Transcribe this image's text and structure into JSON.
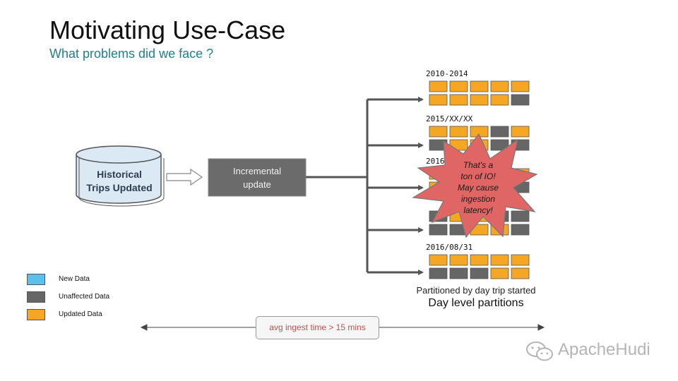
{
  "slide": {
    "title": "Motivating Use-Case",
    "subtitle": "What problems did we face ?"
  },
  "source": {
    "label_line1": "Historical",
    "label_line2": "Trips Updated"
  },
  "process": {
    "label_line1": "Incremental",
    "label_line2": "update"
  },
  "partitions": [
    {
      "label": "2010-2014",
      "rows": [
        [
          "updated",
          "updated",
          "updated",
          "updated",
          "updated"
        ],
        [
          "updated",
          "updated",
          "updated",
          "updated",
          "unaffected"
        ]
      ]
    },
    {
      "label": "2015/XX/XX",
      "rows": [
        [
          "updated",
          "updated",
          "updated",
          "unaffected",
          "updated"
        ],
        [
          "unaffected",
          "updated",
          "updated",
          "unaffected",
          "unaffected"
        ]
      ]
    },
    {
      "label": "2016",
      "rows": [
        [
          "updated",
          "unaffected",
          "updated",
          "unaffected",
          "updated"
        ],
        [
          "updated",
          "unaffected",
          "updated",
          "updated",
          "unaffected"
        ]
      ]
    },
    {
      "label": "",
      "rows": [
        [
          "unaffected",
          "updated",
          "updated",
          "unaffected",
          "unaffected"
        ],
        [
          "unaffected",
          "unaffected",
          "updated",
          "updated",
          "unaffected"
        ]
      ]
    },
    {
      "label": "2016/08/31",
      "rows": [
        [
          "updated",
          "updated",
          "updated",
          "updated",
          "updated"
        ],
        [
          "unaffected",
          "unaffected",
          "unaffected",
          "updated",
          "updated"
        ]
      ]
    }
  ],
  "callout": {
    "line1": "That's a",
    "line2": "ton of IO!",
    "line3": "May cause",
    "line4": "ingestion",
    "line5": "latency!"
  },
  "captions": {
    "line1": "Partitioned by day trip started",
    "line2": "Day level partitions"
  },
  "legend": [
    {
      "label": "New Data",
      "color": "#5bc0eb"
    },
    {
      "label": "Unaffected Data",
      "color": "#666666"
    },
    {
      "label": "Updated Data",
      "color": "#f5a623"
    }
  ],
  "timeline": {
    "label": "avg ingest time > 15 mins"
  },
  "watermark": {
    "text": "ApacheHudi",
    "icon": "wechat-icon"
  },
  "colors": {
    "updated": "#f5a623",
    "unaffected": "#666666",
    "new": "#5bc0eb",
    "burst": "#e06666",
    "process_box": "#6b6b6b",
    "database": "#dbe9f5"
  }
}
